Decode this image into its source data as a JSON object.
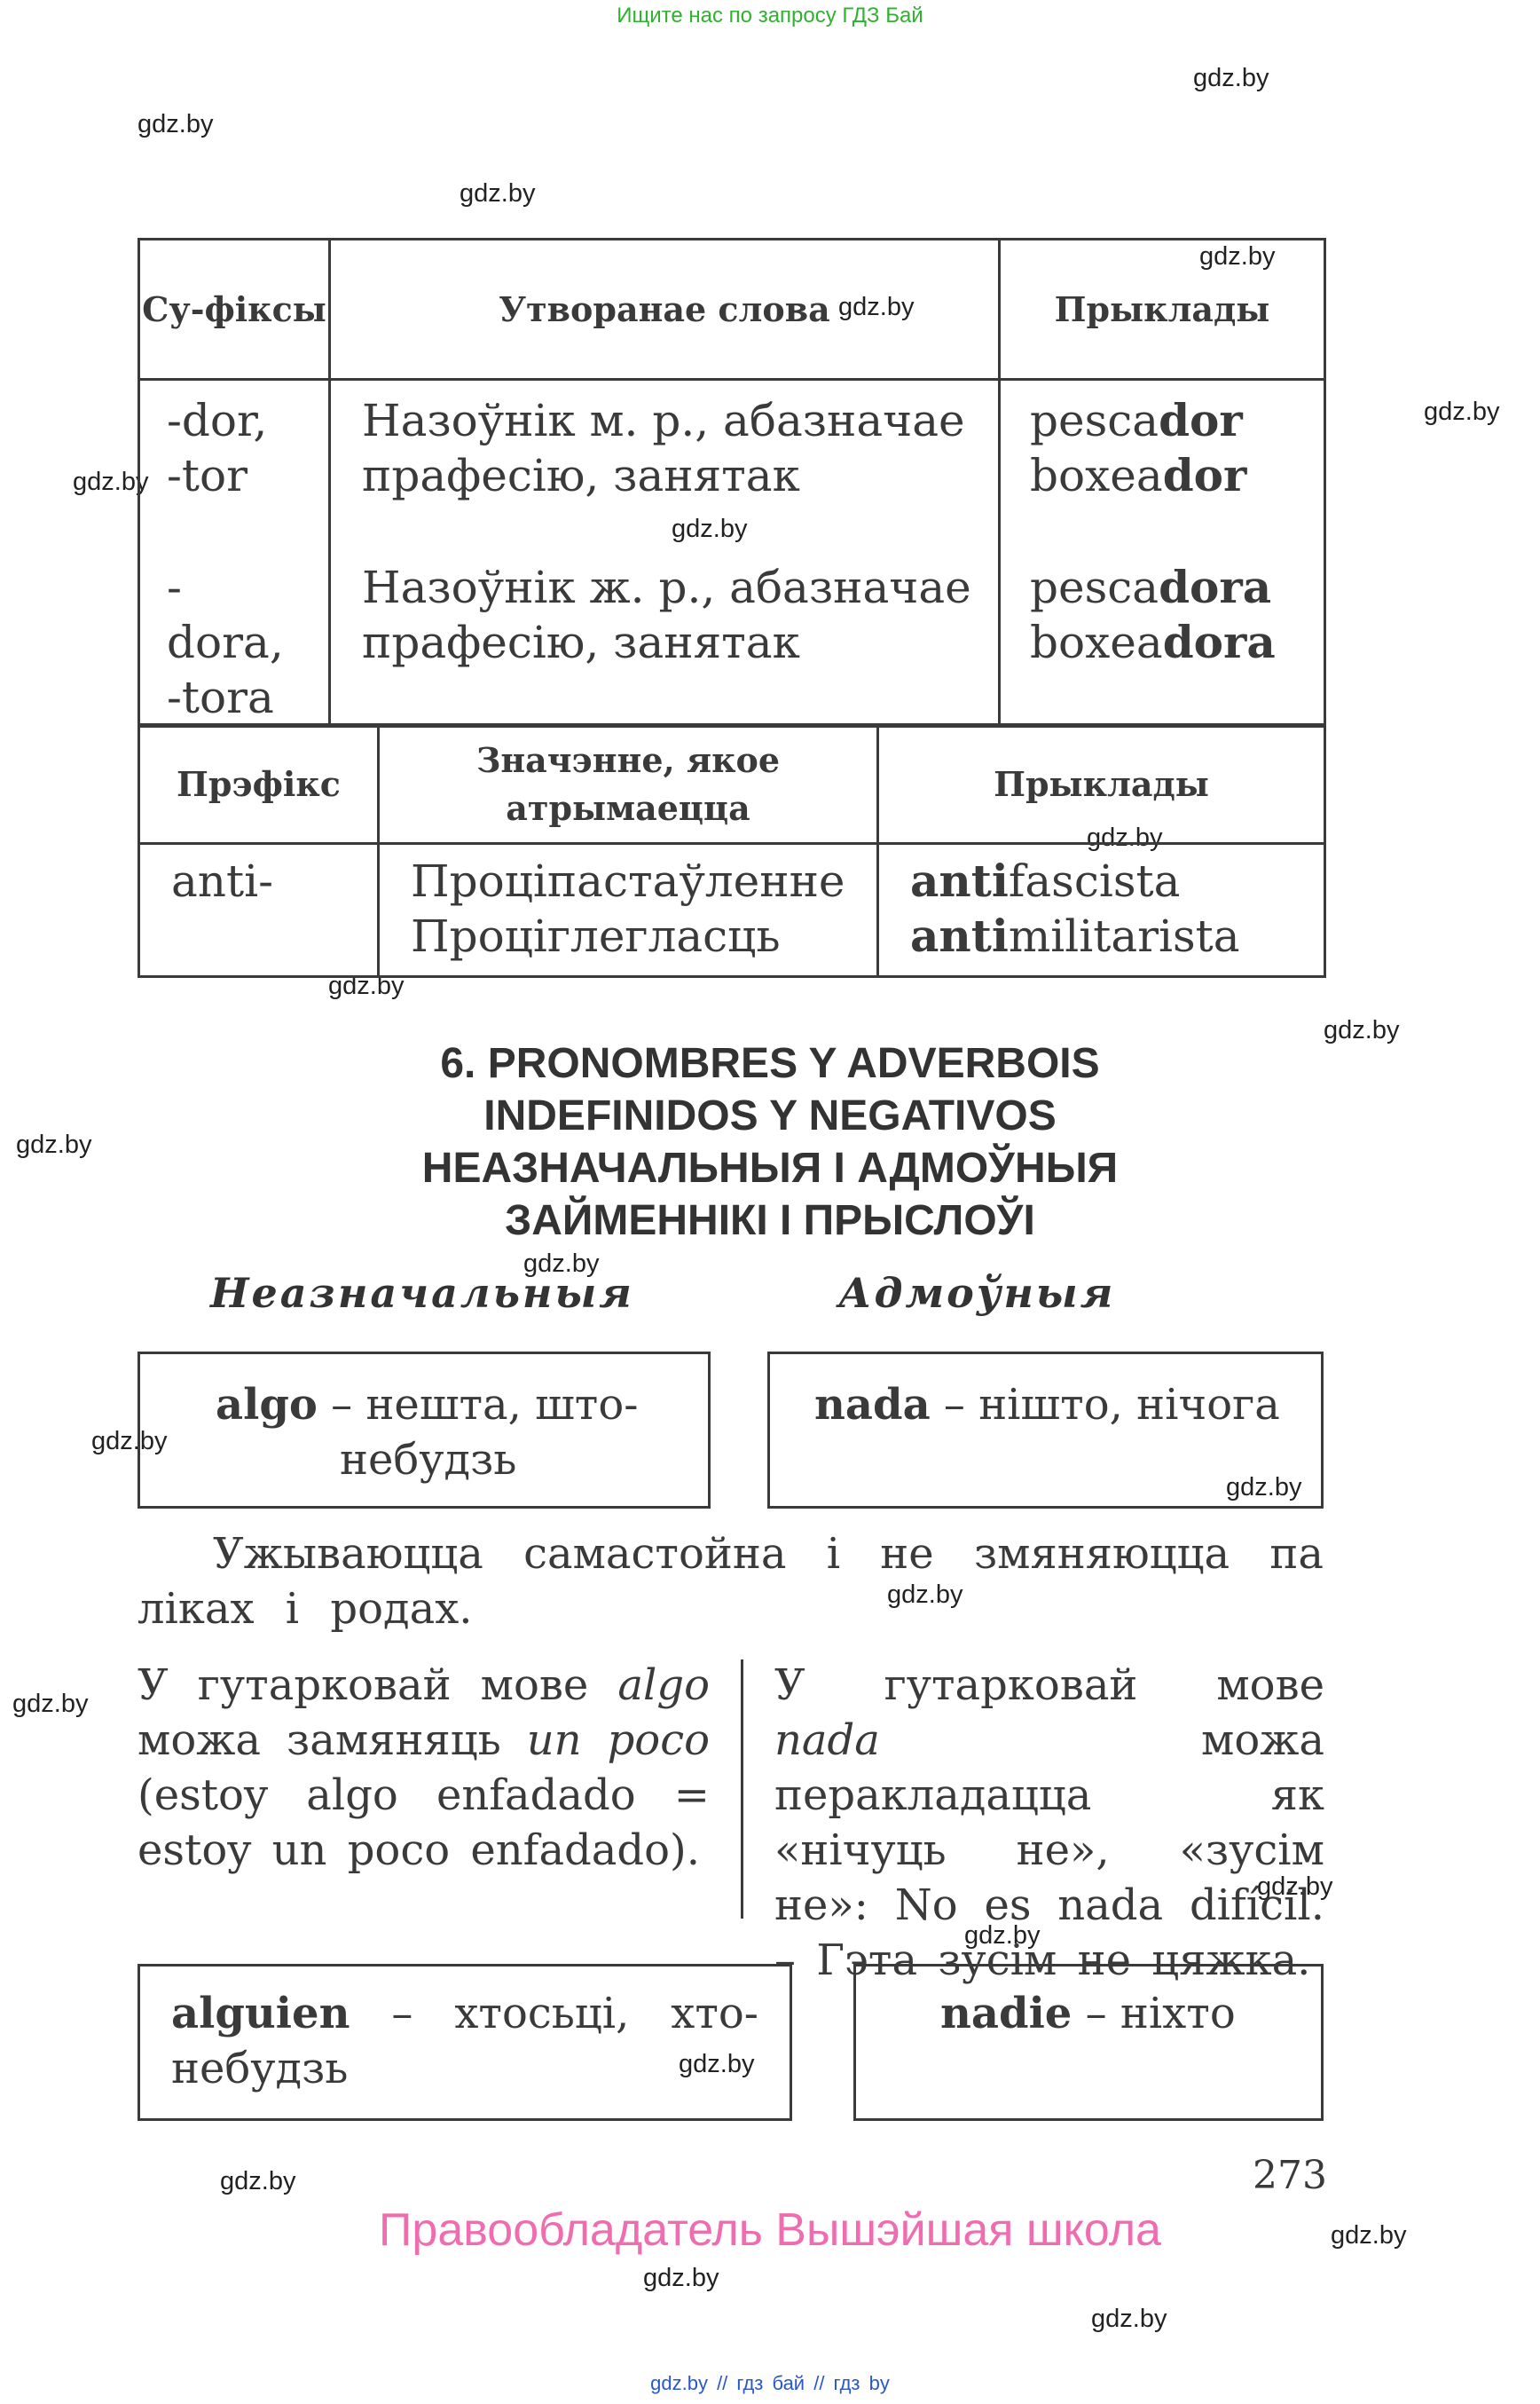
{
  "top_note": "Ищите нас по запросу ГДЗ Бай",
  "watermark": "gdz.by",
  "table1": {
    "headers": [
      "Су-фіксы",
      "Утворанае слова",
      "Прыклады"
    ],
    "rows": [
      {
        "suffix": "-dor, -tor",
        "meaning": "Назоўнік м. р., абазначае прафесію, занятак",
        "examples": [
          {
            "stem": "pesca",
            "bold": "dor"
          },
          {
            "stem": "boxea",
            "bold": "dor"
          }
        ]
      },
      {
        "suffix": "-dora, -tora",
        "meaning": "Назоўнік ж. р., абазначае прафесію, занятак",
        "examples": [
          {
            "stem": "pesca",
            "bold": "dora"
          },
          {
            "stem": "boxea",
            "bold": "dora"
          }
        ]
      }
    ]
  },
  "table2": {
    "headers": [
      "Прэфікс",
      "Значэнне, якое атрымаецца",
      "Прыклады"
    ],
    "row": {
      "prefix": "anti-",
      "meaning1": "Проціпастаўленне",
      "meaning2": "Проціглегласць",
      "examples": [
        {
          "bold": "anti",
          "rest": "fascista"
        },
        {
          "bold": "anti",
          "rest": "militarista"
        }
      ]
    }
  },
  "section": {
    "title_lines": [
      "6. PRONOMBRES Y ADVERBOIS",
      "INDEFINIDOS Y NEGATIVOS",
      "НЕАЗНАЧАЛЬНЫЯ І АДМОЎНЫЯ",
      "ЗАЙМЕННІКІ І ПРЫСЛОЎІ"
    ],
    "col_left": "Неазначальныя",
    "col_right": "Адмоўныя"
  },
  "box_algo": {
    "word": "algo",
    "text": " – нешта, што-",
    "text2": "небудзь"
  },
  "box_nada": {
    "word": "nada",
    "text": " – нішто, нічога"
  },
  "para_usage": "Ужываюцца самастойна і не змяняюцца па ліках і родах.",
  "note_left": {
    "a": "У гутарковай мове ",
    "algo": "algo",
    "b": " можа замяняць ",
    "unpoco": "un poco",
    "c": " (estoy algo enfadado = estoy un poco enfadado)."
  },
  "note_right": {
    "a": "У гутарковай мове ",
    "nada": "nada",
    "b": " можа перакладацца як «нічуць не», «зусім не»: No es nada difícil. – Гэта зусім не цяжка."
  },
  "box_alguien": {
    "word": "alguien",
    "text": " – хтосьці, хто-небудзь"
  },
  "box_nadie": {
    "word": "nadie",
    "text": " – ніхто"
  },
  "page_number": "273",
  "rights_holder": "Правообладатель Вышэйшая школа",
  "footer": "gdz.by // гдз бай // гдз by"
}
